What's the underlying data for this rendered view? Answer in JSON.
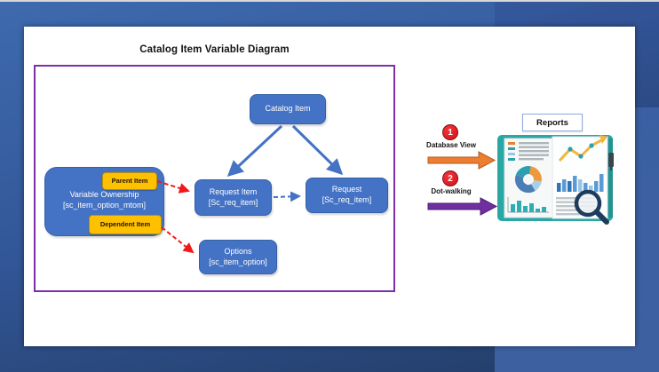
{
  "slide": {
    "title": "Catalog Item Variable Diagram"
  },
  "diagram": {
    "catalog_item": {
      "label": "Catalog Item"
    },
    "request_item": {
      "label": "Request Item",
      "table": "[Sc_req_item]"
    },
    "request": {
      "label": "Request",
      "table": "[Sc_req_item]"
    },
    "variable_ownership": {
      "label": "Variable Ownership",
      "table": "[sc_item_option_mtom]"
    },
    "options": {
      "label": "Options",
      "table": "[sc_item_option]"
    },
    "parent_tag": {
      "label": "Parent Item"
    },
    "dependent_tag": {
      "label": "Dependent Item"
    }
  },
  "steps": [
    {
      "number": "1",
      "label": "Database View",
      "arrow_color": "#ED7D31"
    },
    {
      "number": "2",
      "label": "Dot-walking",
      "arrow_color": "#7030A0"
    }
  ],
  "reports": {
    "label": "Reports",
    "icons": [
      "report-book-icon",
      "donut-chart-icon",
      "line-chart-icon",
      "bar-chart-icon",
      "magnifier-icon"
    ]
  },
  "colors": {
    "node_blue": "#4472C4",
    "container_purple": "#7B2FA8",
    "tag_yellow": "#FFC000",
    "red_connector": "#F01818",
    "blue_connector": "#4472C4",
    "badge_red": "#E8112D",
    "book_teal": "#2AA7A5"
  }
}
